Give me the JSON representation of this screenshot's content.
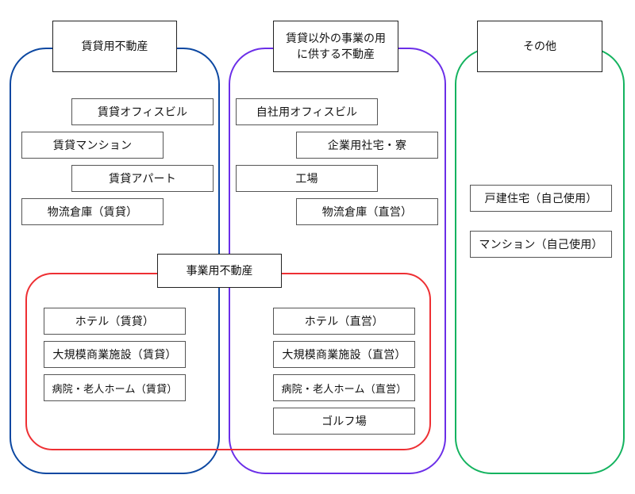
{
  "colors": {
    "rental": "#0b47a1",
    "non_rental": "#6b2ee8",
    "business": "#ee2f33",
    "other": "#14b35f"
  },
  "groups": {
    "rental": {
      "title": "賃貸用不動産",
      "items": [
        "賃貸オフィスビル",
        "賃貸マンション",
        "賃貸アパート",
        "物流倉庫（賃貸）"
      ]
    },
    "non_rental": {
      "title": "賃貸以外の事業の用\nに供する不動産",
      "items": [
        "自社用オフィスビル",
        "企業用社宅・寮",
        "工場",
        "物流倉庫（直営）"
      ]
    },
    "other": {
      "title": "その他",
      "items": [
        "戸建住宅（自己使用）",
        "マンション（自己使用）"
      ]
    },
    "business": {
      "title": "事業用不動産",
      "rental_items": [
        "ホテル（賃貸）",
        "大規模商業施設（賃貸）",
        "病院・老人ホーム（賃貸）"
      ],
      "operated_items": [
        "ホテル（直営）",
        "大規模商業施設（直営）",
        "病院・老人ホーム（直営）",
        "ゴルフ場"
      ]
    }
  }
}
